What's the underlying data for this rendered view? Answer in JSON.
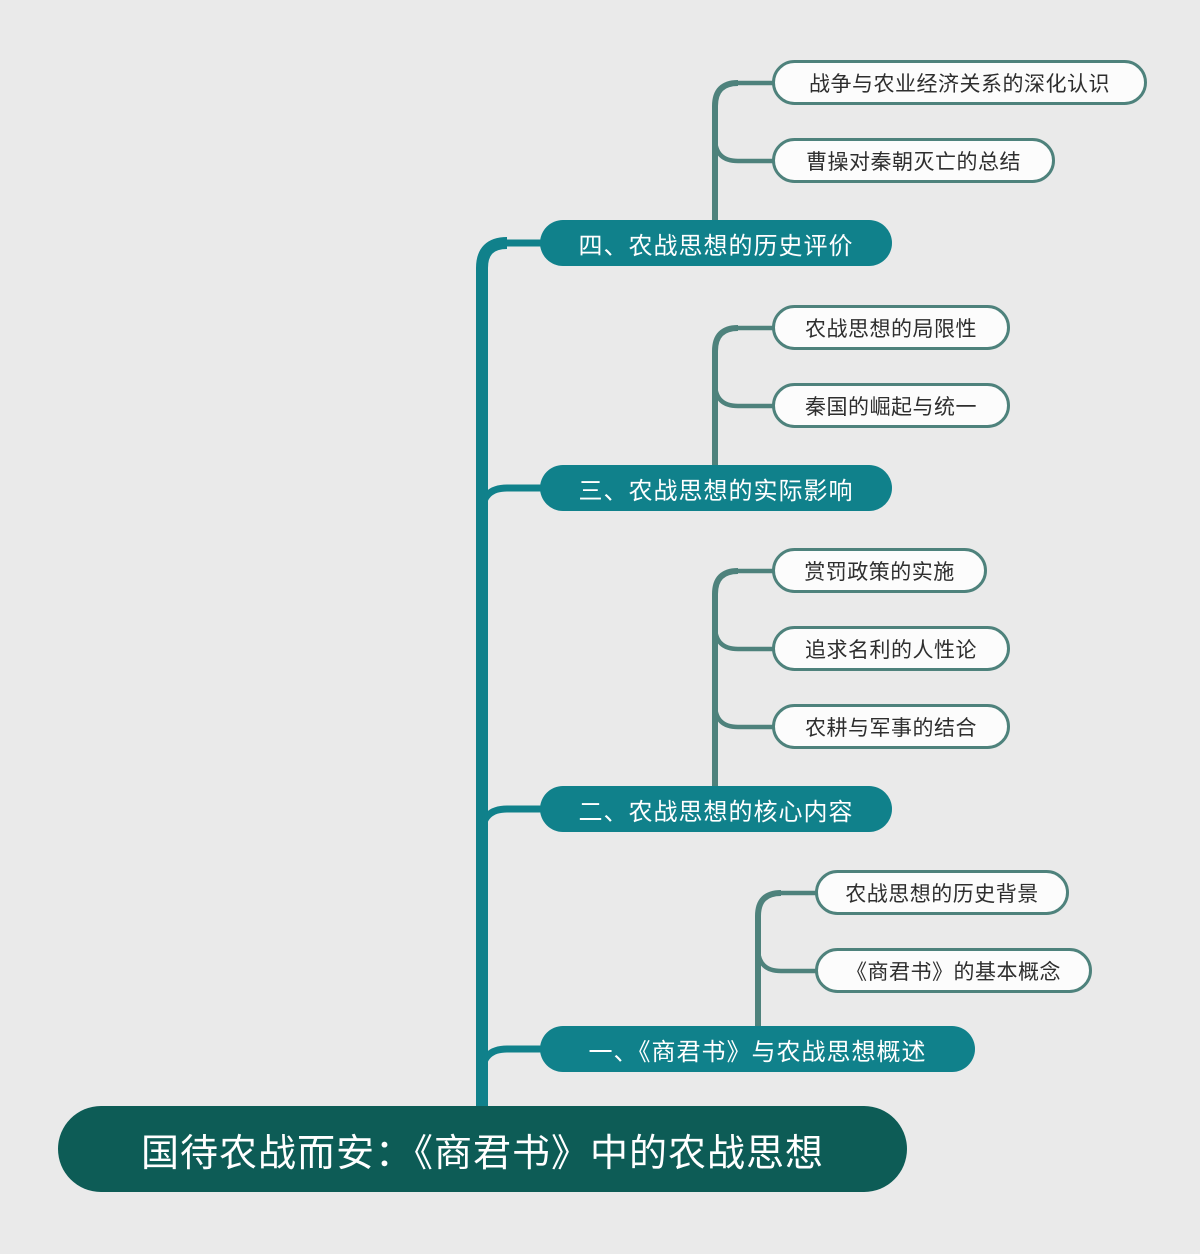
{
  "theme": {
    "background": "#eaeaea",
    "root_fill": "#0d5c56",
    "branch_fill": "#10818b",
    "leaf_fill": "#fcfcfc",
    "leaf_border": "#4e827c",
    "trunk_color": "#10818b",
    "subtrunk_color": "#4e827c",
    "root_text": "#ffffff",
    "branch_text": "#ffffff",
    "leaf_text": "#2e2e2e"
  },
  "chart_data": {
    "type": "diagram",
    "subtype": "mindmap",
    "title": "国待农战而安：《商君书》中的农战思想",
    "orientation": "left-root-vertical-spine",
    "nodes": [
      {
        "id": "root",
        "label": "国待农战而安：《商君书》中的农战思想",
        "level": 0,
        "children": [
          "b1",
          "b2",
          "b3",
          "b4"
        ]
      },
      {
        "id": "b1",
        "label": "一、《商君书》与农战思想概述",
        "level": 1,
        "children": [
          "b1c1",
          "b1c2"
        ]
      },
      {
        "id": "b2",
        "label": "二、农战思想的核心内容",
        "level": 1,
        "children": [
          "b2c1",
          "b2c2",
          "b2c3"
        ]
      },
      {
        "id": "b3",
        "label": "三、农战思想的实际影响",
        "level": 1,
        "children": [
          "b3c1",
          "b3c2"
        ]
      },
      {
        "id": "b4",
        "label": "四、农战思想的历史评价",
        "level": 1,
        "children": [
          "b4c1",
          "b4c2"
        ]
      },
      {
        "id": "b1c1",
        "label": "农战思想的历史背景",
        "level": 2,
        "parent": "b1"
      },
      {
        "id": "b1c2",
        "label": "《商君书》的基本概念",
        "level": 2,
        "parent": "b1"
      },
      {
        "id": "b2c1",
        "label": "赏罚政策的实施",
        "level": 2,
        "parent": "b2"
      },
      {
        "id": "b2c2",
        "label": "追求名利的人性论",
        "level": 2,
        "parent": "b2"
      },
      {
        "id": "b2c3",
        "label": "农耕与军事的结合",
        "level": 2,
        "parent": "b2"
      },
      {
        "id": "b3c1",
        "label": "农战思想的局限性",
        "level": 2,
        "parent": "b3"
      },
      {
        "id": "b3c2",
        "label": "秦国的崛起与统一",
        "level": 2,
        "parent": "b3"
      },
      {
        "id": "b4c1",
        "label": "战争与农业经济关系的深化认识",
        "level": 2,
        "parent": "b4"
      },
      {
        "id": "b4c2",
        "label": "曹操对秦朝灭亡的总结",
        "level": 2,
        "parent": "b4"
      }
    ]
  },
  "mindmap": {
    "root": {
      "label": "国待农战而安：《商君书》中的农战思想"
    },
    "branches": [
      {
        "label": "四、农战思想的历史评价",
        "leaves": [
          {
            "label": "战争与农业经济关系的深化认识"
          },
          {
            "label": "曹操对秦朝灭亡的总结"
          }
        ]
      },
      {
        "label": "三、农战思想的实际影响",
        "leaves": [
          {
            "label": "农战思想的局限性"
          },
          {
            "label": "秦国的崛起与统一"
          }
        ]
      },
      {
        "label": "二、农战思想的核心内容",
        "leaves": [
          {
            "label": "赏罚政策的实施"
          },
          {
            "label": "追求名利的人性论"
          },
          {
            "label": "农耕与军事的结合"
          }
        ]
      },
      {
        "label": "一、《商君书》与农战思想概述",
        "leaves": [
          {
            "label": "农战思想的历史背景"
          },
          {
            "label": "《商君书》的基本概念"
          }
        ]
      }
    ]
  }
}
